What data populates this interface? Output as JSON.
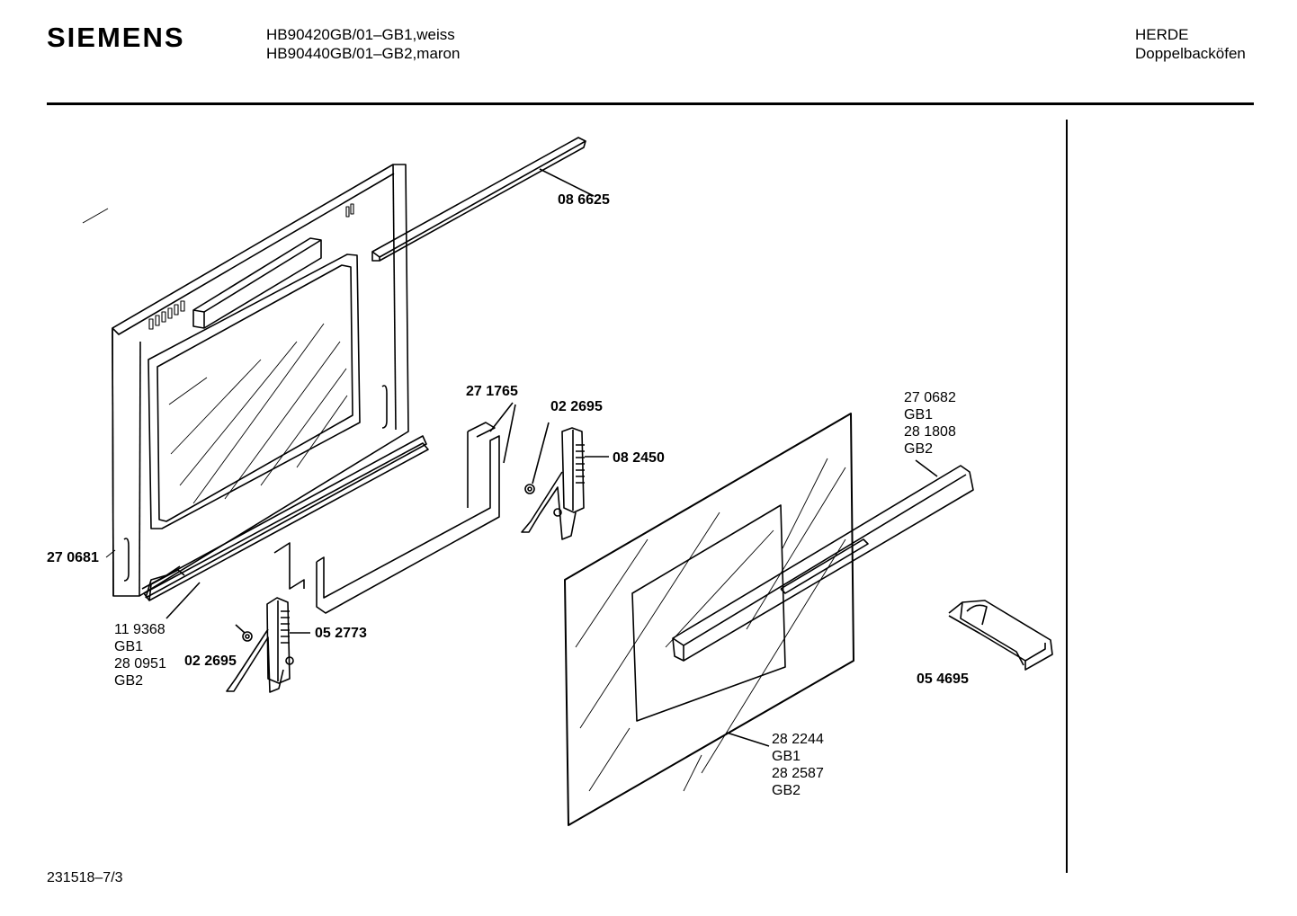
{
  "header": {
    "brand": "SIEMENS",
    "model_line_1": "HB90420GB/01–GB1,weiss",
    "model_line_2": "HB90440GB/01–GB2,maron",
    "category_line_1": "HERDE",
    "category_line_2": "Doppelbacköfen"
  },
  "footer": {
    "doc_number": "231518–7/3"
  },
  "parts": {
    "p086625": "08 6625",
    "p271765": "27 1765",
    "p022695_a": "02 2695",
    "p082450": "08 2450",
    "p270681": "27 0681",
    "p119368": [
      "11 9368",
      "GB1",
      "28 0951",
      "GB2"
    ],
    "p052773": "05 2773",
    "p022695_b": "02 2695",
    "p270682": [
      "27 0682",
      "GB1",
      "28 1808",
      "GB2"
    ],
    "p054695": "05 4695",
    "p282244": [
      "28 2244",
      "GB1",
      "28 2587",
      "GB2"
    ]
  }
}
